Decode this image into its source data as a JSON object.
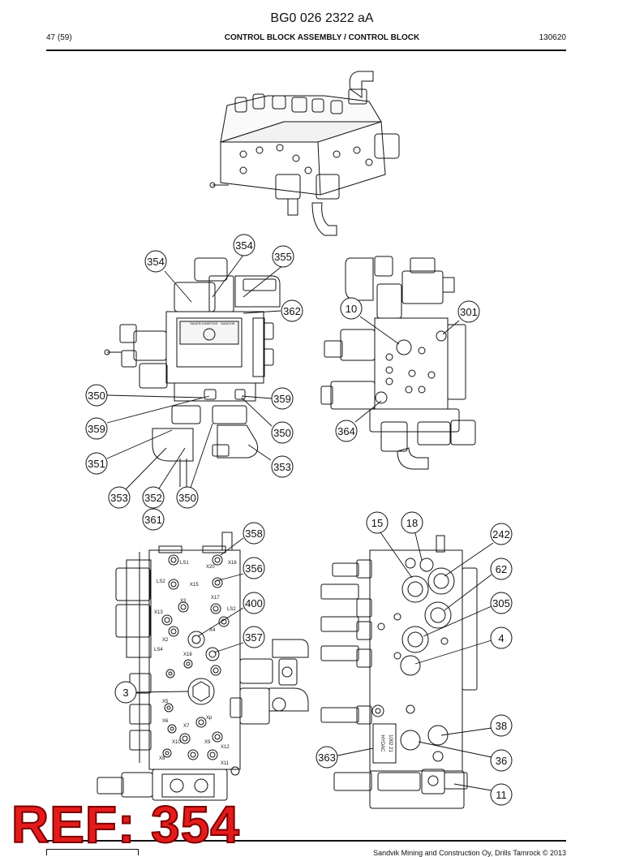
{
  "header": {
    "doc_code": "BG0 026 2322 aA",
    "page_number": "47 (59)",
    "title": "CONTROL BLOCK ASSEMBLY / CONTROL BLOCK",
    "date": "130620"
  },
  "footer": {
    "company": "Sandvik Mining and Construction Oy, Drills Tamrock © 2013"
  },
  "stamp": {
    "text": "REF: 354",
    "color": "#e31b1b"
  },
  "views": {
    "top_left": {
      "callouts": [
        "354",
        "354",
        "355",
        "362",
        "350",
        "359",
        "359",
        "350",
        "351",
        "353",
        "353",
        "352",
        "350",
        "361"
      ],
      "plate_text": [
        "SAUER-DANFOSS",
        "SANDVIK"
      ]
    },
    "top_right": {
      "callouts": [
        "10",
        "301",
        "364"
      ]
    },
    "bottom_left": {
      "callouts": [
        "358",
        "356",
        "400",
        "357",
        "3"
      ],
      "port_labels": [
        "LS1",
        "LS2",
        "X20",
        "X16",
        "X3",
        "X15",
        "X13",
        "X17",
        "LS2",
        "X4",
        "X2",
        "LS4",
        "X18",
        "X5",
        "X6",
        "X7",
        "X9",
        "X10",
        "X8",
        "Xp",
        "X12",
        "X11"
      ]
    },
    "bottom_right": {
      "callouts": [
        "15",
        "18",
        "242",
        "62",
        "305",
        "4",
        "38",
        "36",
        "363",
        "11"
      ],
      "plate_text": [
        "HYDAC",
        "1002 21"
      ]
    }
  }
}
